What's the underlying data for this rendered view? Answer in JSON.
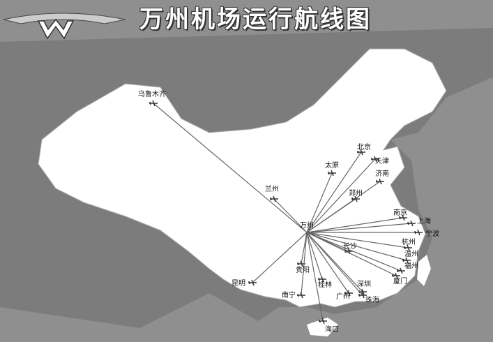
{
  "title": "万州机场运行航线图",
  "hub": "万州",
  "colors": {
    "sea": "#8f8f8f",
    "land": "#ffffff",
    "route": "#666666"
  },
  "cities": [
    {
      "name": "乌鲁木齐"
    },
    {
      "name": "北京"
    },
    {
      "name": "天津"
    },
    {
      "name": "太原"
    },
    {
      "name": "济南"
    },
    {
      "name": "兰州"
    },
    {
      "name": "郑州"
    },
    {
      "name": "南京"
    },
    {
      "name": "上海"
    },
    {
      "name": "宁波"
    },
    {
      "name": "杭州"
    },
    {
      "name": "长沙"
    },
    {
      "name": "温州"
    },
    {
      "name": "福州"
    },
    {
      "name": "贵阳"
    },
    {
      "name": "厦门"
    },
    {
      "name": "昆明"
    },
    {
      "name": "桂林"
    },
    {
      "name": "深圳"
    },
    {
      "name": "南宁"
    },
    {
      "name": "广州"
    },
    {
      "name": "珠海"
    },
    {
      "name": "海口"
    }
  ]
}
